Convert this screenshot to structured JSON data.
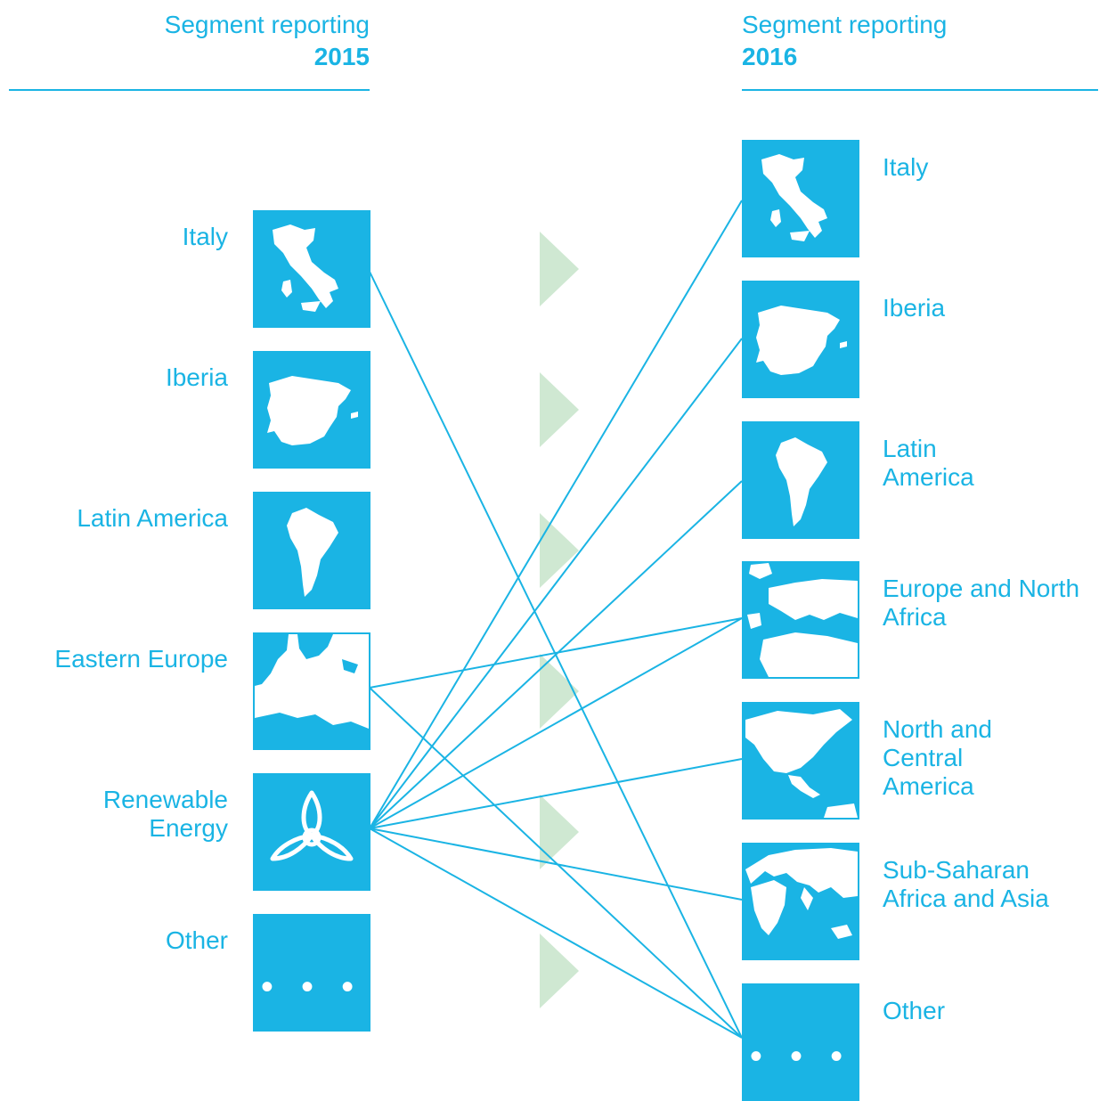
{
  "colors": {
    "accent": "#1ab4e4",
    "arrow": "#cfe8d2",
    "map": "#ffffff"
  },
  "left": {
    "header": {
      "line1": "Segment reporting",
      "year": "2015"
    },
    "segments": [
      {
        "label": "Italy",
        "icon": "italy-map-icon"
      },
      {
        "label": "Iberia",
        "icon": "iberia-map-icon"
      },
      {
        "label": "Latin America",
        "icon": "latin-america-map-icon"
      },
      {
        "label": "Eastern Europe",
        "icon": "eastern-europe-map-icon"
      },
      {
        "label": "Renewable Energy",
        "icon": "turbine-icon"
      },
      {
        "label": "Other",
        "icon": "dots-icon",
        "glyph": "• • •"
      }
    ]
  },
  "right": {
    "header": {
      "line1": "Segment reporting",
      "year": "2016"
    },
    "segments": [
      {
        "label": "Italy",
        "icon": "italy-map-icon"
      },
      {
        "label": "Iberia",
        "icon": "iberia-map-icon"
      },
      {
        "label": "Latin America",
        "icon": "latin-america-map-icon"
      },
      {
        "label": "Europe and North Africa",
        "icon": "europe-north-africa-map-icon"
      },
      {
        "label": "North and Central America",
        "icon": "north-central-america-map-icon"
      },
      {
        "label": "Sub-Saharan Africa and Asia",
        "icon": "africa-asia-map-icon"
      },
      {
        "label": "Other",
        "icon": "dots-icon",
        "glyph": "• • •"
      }
    ]
  },
  "mappings": [
    {
      "from": "Italy",
      "to": "Other"
    },
    {
      "from": "Eastern Europe",
      "to": "Europe and North Africa"
    },
    {
      "from": "Eastern Europe",
      "to": "Other"
    },
    {
      "from": "Renewable Energy",
      "to": "Italy"
    },
    {
      "from": "Renewable Energy",
      "to": "Iberia"
    },
    {
      "from": "Renewable Energy",
      "to": "Latin America"
    },
    {
      "from": "Renewable Energy",
      "to": "Europe and North Africa"
    },
    {
      "from": "Renewable Energy",
      "to": "North and Central America"
    },
    {
      "from": "Renewable Energy",
      "to": "Sub-Saharan Africa and Asia"
    },
    {
      "from": "Renewable Energy",
      "to": "Other"
    }
  ]
}
